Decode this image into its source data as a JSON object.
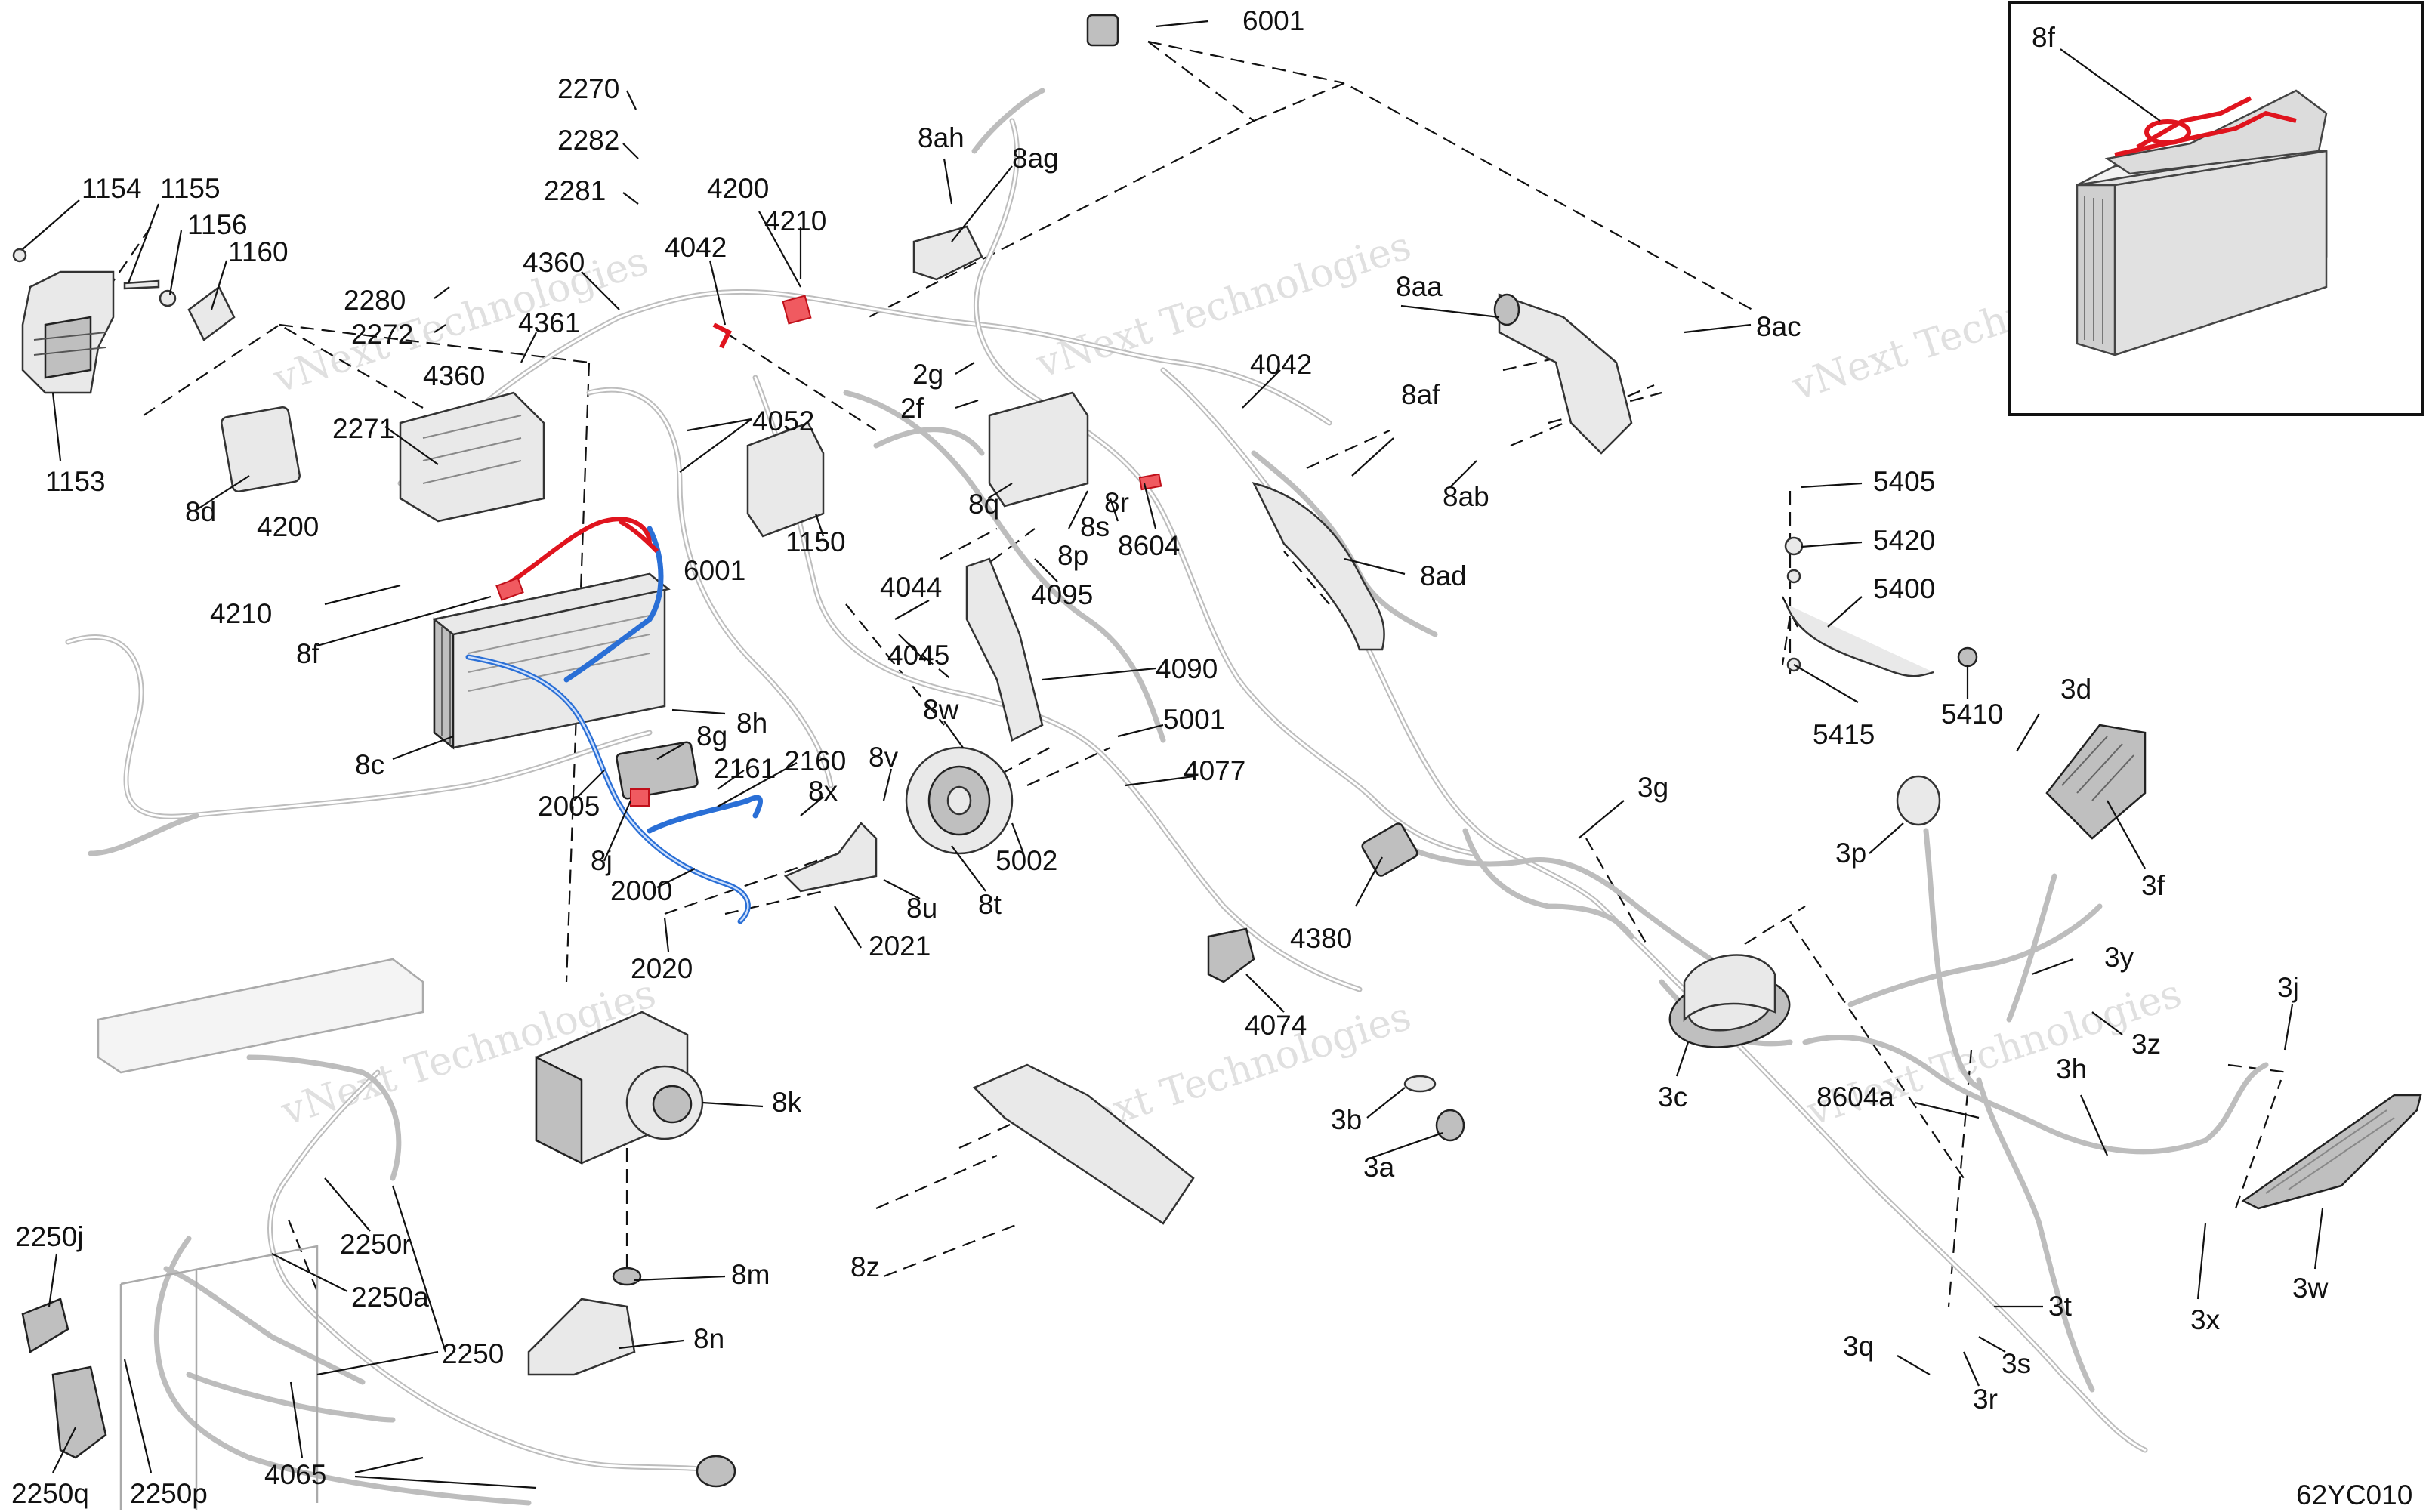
{
  "drawing": {
    "code": "62YC010",
    "watermark": [
      "vNext Technologies",
      "vNext",
      "Technologies"
    ],
    "colors": {
      "highlight_red": "#e0141e",
      "highlight_blue": "#2a6fd6",
      "parts_grey": "#bfbfbf"
    }
  },
  "inset": {
    "label": "8f"
  },
  "callouts": {
    "p6001a": "6001",
    "p6001b": "6001",
    "p2270": "2270",
    "p2282": "2282",
    "p2281": "2281",
    "p2280": "2280",
    "p2272": "2272",
    "p2271": "2271",
    "p1154": "1154",
    "p1155": "1155",
    "p1156": "1156",
    "p1160": "1160",
    "p1153": "1153",
    "p4360a": "4360",
    "p4360b": "4360",
    "p4361": "4361",
    "p4200a": "4200",
    "p4200b": "4200",
    "p4210a": "4210",
    "p4210b": "4210",
    "p4042a": "4042",
    "p4042b": "4042",
    "p4052": "4052",
    "p8ah": "8ah",
    "p8ag": "8ag",
    "p8aa": "8aa",
    "p8ac": "8ac",
    "p8ab": "8ab",
    "p8af": "8af",
    "p8ad": "8ad",
    "p2g": "2g",
    "p2f": "2f",
    "p8q": "8q",
    "p8s": "8s",
    "p8r": "8r",
    "p8p": "8p",
    "p8604": "8604",
    "p1150": "1150",
    "p4095": "4095",
    "p4044": "4044",
    "p4045": "4045",
    "p4090": "4090",
    "p8d": "8d",
    "p8f": "8f",
    "p8c": "8c",
    "p8h": "8h",
    "p8g": "8g",
    "p2161": "2161",
    "p2160": "2160",
    "p2005": "2005",
    "p8j": "8j",
    "p2000": "2000",
    "p8x": "8x",
    "p8v": "8v",
    "p8w": "8w",
    "p5001": "5001",
    "p4077": "4077",
    "p5002": "5002",
    "p8t": "8t",
    "p8u": "8u",
    "p2021": "2021",
    "p2020": "2020",
    "p8k": "8k",
    "p8m": "8m",
    "p8n": "8n",
    "p2250j": "2250j",
    "p2250r": "2250r",
    "p2250a": "2250a",
    "p2250": "2250",
    "p2250q": "2250q",
    "p2250p": "2250p",
    "p4065": "4065",
    "p8z": "8z",
    "p4380": "4380",
    "p4074": "4074",
    "p3b": "3b",
    "p3a": "3a",
    "p3g": "3g",
    "p3c": "3c",
    "p3p": "3p",
    "p3f": "3f",
    "p3d": "3d",
    "p3y": "3y",
    "p3z": "3z",
    "p3j": "3j",
    "p3h": "3h",
    "p8604a": "8604a",
    "p3w": "3w",
    "p3x": "3x",
    "p3t": "3t",
    "p3s": "3s",
    "p3q": "3q",
    "p3r": "3r",
    "p5405": "5405",
    "p5420": "5420",
    "p5400": "5400",
    "p5415": "5415",
    "p5410": "5410"
  }
}
